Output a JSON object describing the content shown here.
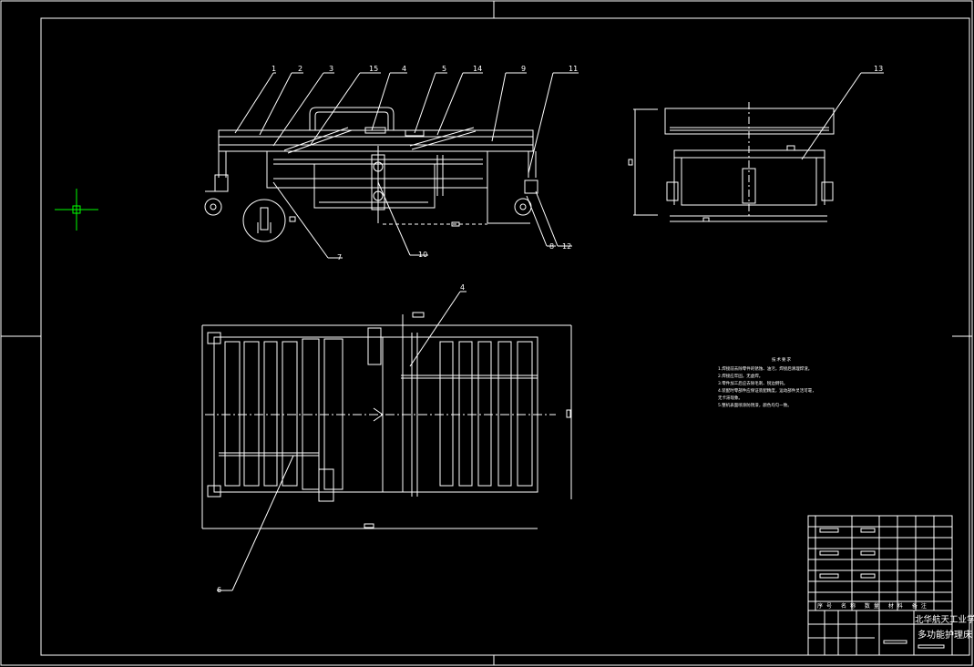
{
  "drawing": {
    "school": "北华航天工业学",
    "title": "多功能护理床"
  },
  "callouts_side_view": [
    "1",
    "2",
    "3",
    "15",
    "4",
    "5",
    "14",
    "9",
    "11",
    "7",
    "10",
    "8",
    "12"
  ],
  "callouts_end_view": [
    "13"
  ],
  "callouts_plan_view": [
    "4",
    "6"
  ],
  "tech_notes": {
    "heading": "技术要求",
    "lines": [
      "1.焊接前去除零件的锈蚀、油污，焊接后清理焊渣。",
      "2.焊接应牢固，无虚焊。",
      "3.零件加工后应去除毛刺、锐边倒钝。",
      "4.装配时零部件应保证装配精度，运动部件灵活可靠，",
      "  无卡滞现象。",
      "5.整机表面喷涂防锈漆，颜色均匀一致。"
    ]
  },
  "title_block": {
    "header_row": [
      "序",
      "号",
      "名",
      "称",
      "数",
      "量",
      "材",
      "料",
      "备",
      "注"
    ]
  },
  "colors": {
    "background": "#000000",
    "line": "#ffffff"
  }
}
